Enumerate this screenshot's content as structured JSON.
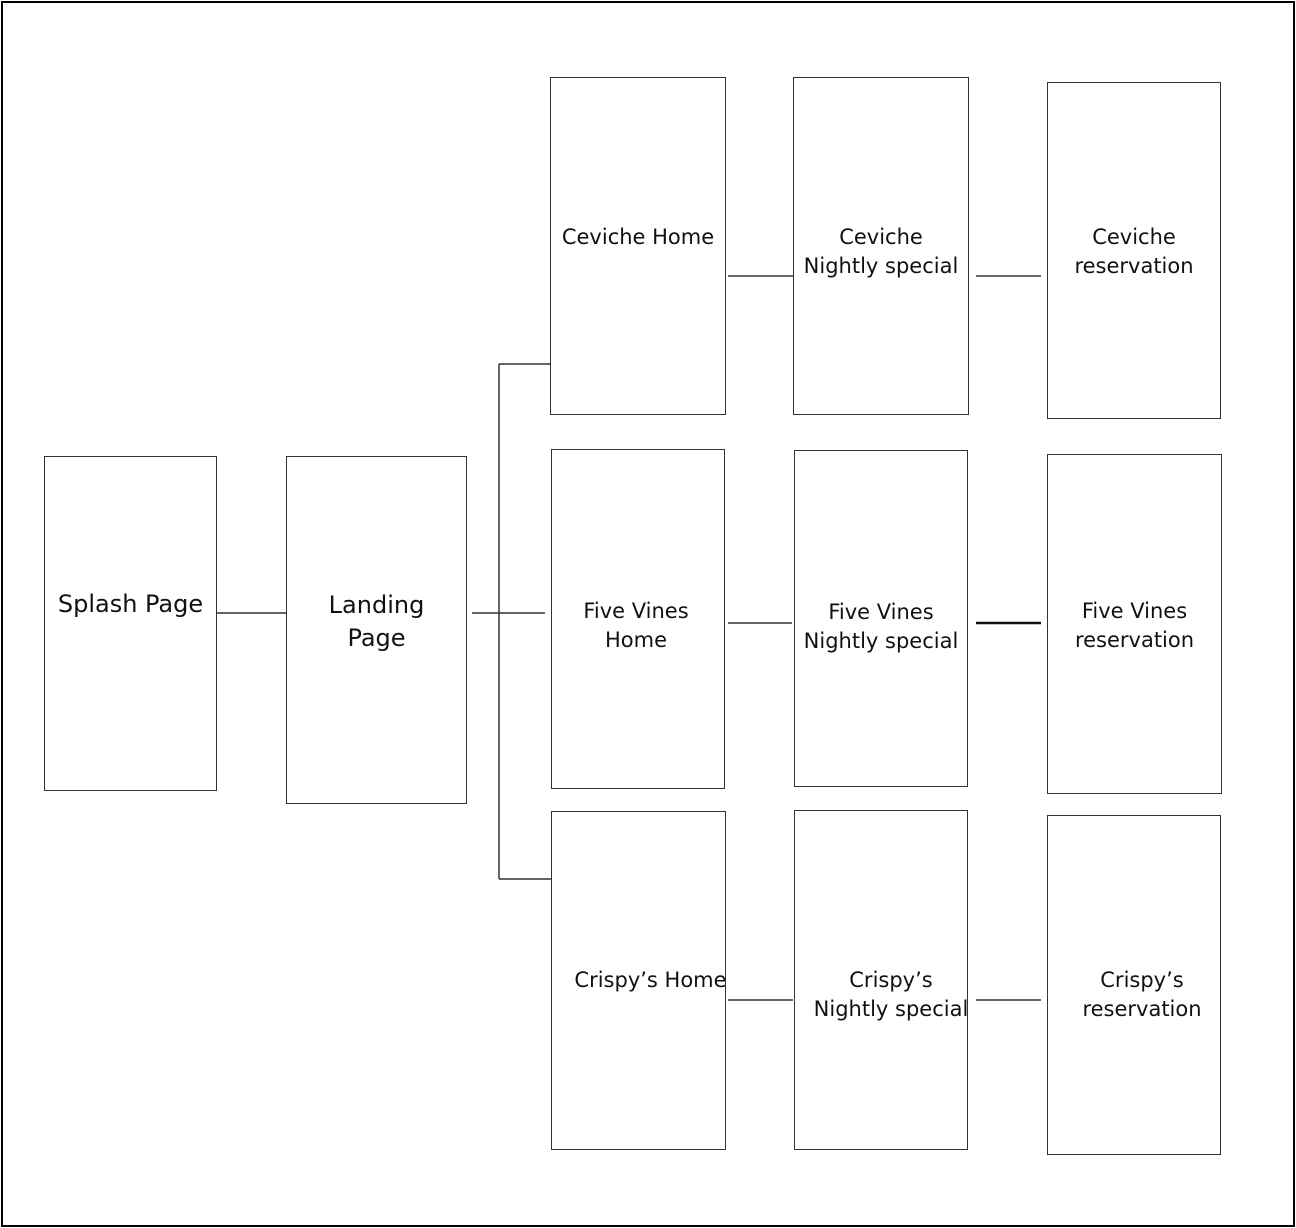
{
  "diagram": {
    "nodes": {
      "splash": "Splash Page",
      "landing": "Landing Page",
      "ceviche_home": "Ceviche Home",
      "ceviche_special": "Ceviche Nightly special",
      "ceviche_reservation": "Ceviche reservation",
      "fivevines_home": "Five Vines Home",
      "fivevines_special": "Five Vines Nightly special",
      "fivevines_reservation": "Five Vines reservation",
      "crispys_home": "Crispy’s Home",
      "crispys_special": "Crispy’s Nightly special",
      "crispys_reservation": "Crispy’s reservation"
    },
    "display": {
      "splash": "Splash Page",
      "landing": "Landing\nPage",
      "ceviche_home": "Ceviche Home",
      "ceviche_special": "Ceviche\nNightly special",
      "ceviche_reservation": "Ceviche\nreservation",
      "fivevines_home": "Five Vines\nHome",
      "fivevines_special": "Five Vines\nNightly special",
      "fivevines_reservation": "Five Vines\nreservation",
      "crispys_home": "Crispy’s Home",
      "crispys_special": "Crispy’s\nNightly special",
      "crispys_reservation": "Crispy’s\nreservation"
    },
    "edges": [
      [
        "splash",
        "landing"
      ],
      [
        "landing",
        "ceviche_home"
      ],
      [
        "landing",
        "fivevines_home"
      ],
      [
        "landing",
        "crispys_home"
      ],
      [
        "ceviche_home",
        "ceviche_special"
      ],
      [
        "ceviche_special",
        "ceviche_reservation"
      ],
      [
        "fivevines_home",
        "fivevines_special"
      ],
      [
        "fivevines_special",
        "fivevines_reservation"
      ],
      [
        "crispys_home",
        "crispys_special"
      ],
      [
        "crispys_special",
        "crispys_reservation"
      ]
    ],
    "colors": {
      "background": "#ffffff",
      "stroke": "#333333",
      "text": "#111111"
    }
  }
}
